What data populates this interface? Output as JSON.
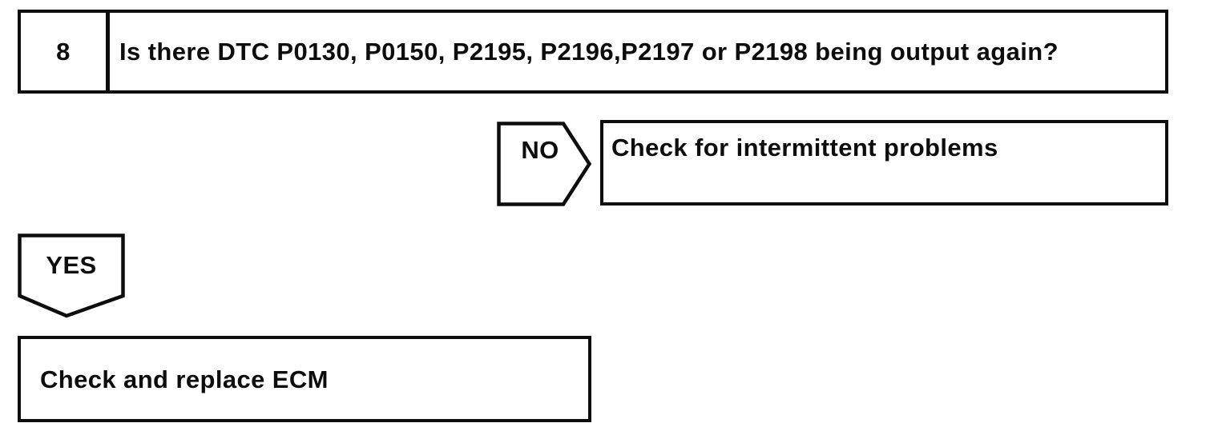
{
  "flowchart": {
    "step": {
      "number": "8",
      "question": "Is there DTC P0130, P0150, P2195, P2196,P2197 or P2198 being output again?"
    },
    "no_branch": {
      "label": "NO",
      "action": "Check for intermittent problems"
    },
    "yes_branch": {
      "label": "YES",
      "action": "Check and replace ECM"
    }
  },
  "colors": {
    "line": "#0d0d0d",
    "background": "#ffffff",
    "text": "#0d0d0d"
  }
}
